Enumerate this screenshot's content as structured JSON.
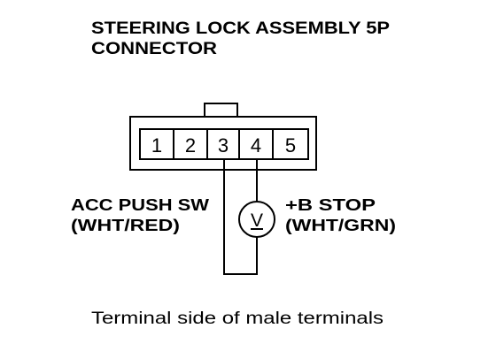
{
  "title": {
    "line1": "STEERING LOCK ASSEMBLY 5P",
    "line2": "CONNECTOR"
  },
  "connector": {
    "terminals": [
      "1",
      "2",
      "3",
      "4",
      "5"
    ]
  },
  "meter": {
    "icon": "voltmeter-icon",
    "symbol": "V"
  },
  "labels": {
    "left": {
      "line1": "ACC PUSH SW",
      "line2": "(WHT/RED)"
    },
    "right": {
      "line1": "+B STOP",
      "line2": "(WHT/GRN)"
    }
  },
  "caption": "Terminal side of male terminals",
  "colors": {
    "ink": "#000000",
    "background": "#ffffff"
  }
}
